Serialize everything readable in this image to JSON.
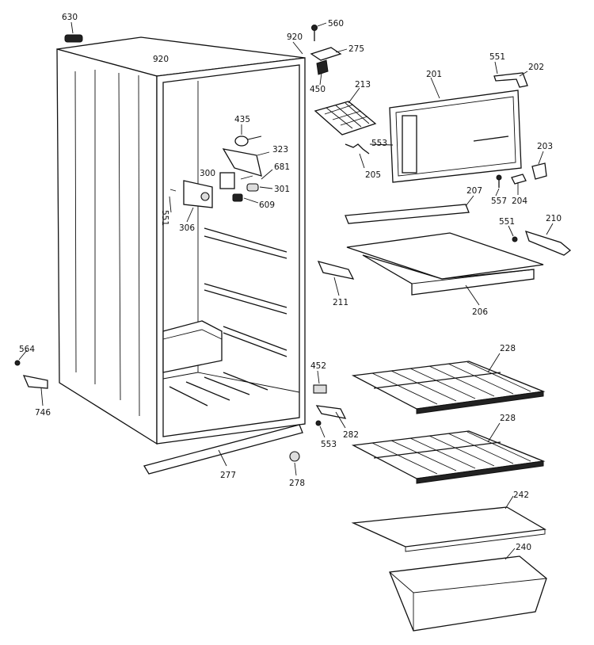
{
  "labels": {
    "l630": "630",
    "l560": "560",
    "l920a": "920",
    "l920b": "920",
    "l275": "275",
    "l450": "450",
    "l213": "213",
    "l201": "201",
    "l551a": "551",
    "l202": "202",
    "l435": "435",
    "l323": "323",
    "l553a": "553",
    "l203": "203",
    "l681": "681",
    "l300": "300",
    "l301": "301",
    "l205": "205",
    "l557": "557",
    "l204": "204",
    "l609": "609",
    "l551b": "551",
    "l306": "306",
    "l207": "207",
    "l551c": "551",
    "l210": "210",
    "l211": "211",
    "l206": "206",
    "l564": "564",
    "l746": "746",
    "l452": "452",
    "l228a": "228",
    "l282": "282",
    "l553b": "553",
    "l228b": "228",
    "l277": "277",
    "l278": "278",
    "l242": "242",
    "l240": "240"
  },
  "colors": {
    "line": "#111111",
    "background": "#ffffff"
  }
}
